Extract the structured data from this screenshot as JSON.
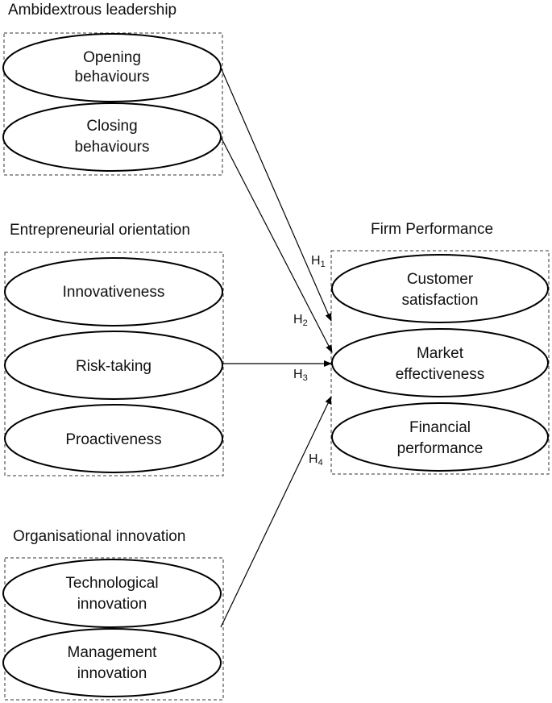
{
  "groups": {
    "ambidextrous": {
      "title": "Ambidextrous leadership",
      "nodes": [
        {
          "line1": "Opening",
          "line2": "behaviours"
        },
        {
          "line1": "Closing",
          "line2": "behaviours"
        }
      ]
    },
    "entrepreneurial": {
      "title": "Entrepreneurial orientation",
      "nodes": [
        {
          "line1": "Innovativeness"
        },
        {
          "line1": "Risk-taking"
        },
        {
          "line1": "Proactiveness"
        }
      ]
    },
    "organisational": {
      "title": "Organisational innovation",
      "nodes": [
        {
          "line1": "Technological",
          "line2": "innovation"
        },
        {
          "line1": "Management",
          "line2": "innovation"
        }
      ]
    },
    "performance": {
      "title": "Firm Performance",
      "nodes": [
        {
          "line1": "Customer",
          "line2": "satisfaction"
        },
        {
          "line1": "Market",
          "line2": "effectiveness"
        },
        {
          "line1": "Financial",
          "line2": "performance"
        }
      ]
    }
  },
  "hypotheses": [
    {
      "main": "H",
      "sub": "1"
    },
    {
      "main": "H",
      "sub": "2"
    },
    {
      "main": "H",
      "sub": "3"
    },
    {
      "main": "H",
      "sub": "4"
    }
  ]
}
